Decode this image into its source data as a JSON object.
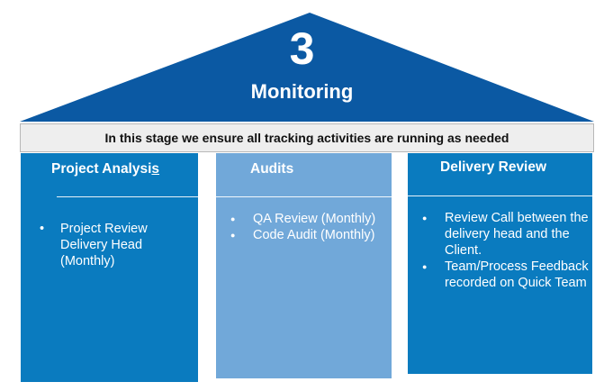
{
  "stage": {
    "number": "3",
    "title": "Monitoring",
    "banner": "In this stage we ensure all tracking  activities are running as needed"
  },
  "colors": {
    "roof": "#0b59a3",
    "pillar_dark": "#0a7bbf",
    "pillar_light": "#71a8d9",
    "banner_bg": "#eeeeee"
  },
  "pillars": [
    {
      "title_main": "Project Analysi",
      "title_underlined": "s",
      "items": [
        "Project Review Delivery Head (Monthly)"
      ]
    },
    {
      "title": "Audits",
      "items": [
        "QA Review (Monthly)",
        "Code Audit (Monthly)"
      ]
    },
    {
      "title": "Delivery Review",
      "items": [
        "Review Call between the delivery head and the Client.",
        "Team/Process Feedback recorded on Quick Team"
      ]
    }
  ]
}
